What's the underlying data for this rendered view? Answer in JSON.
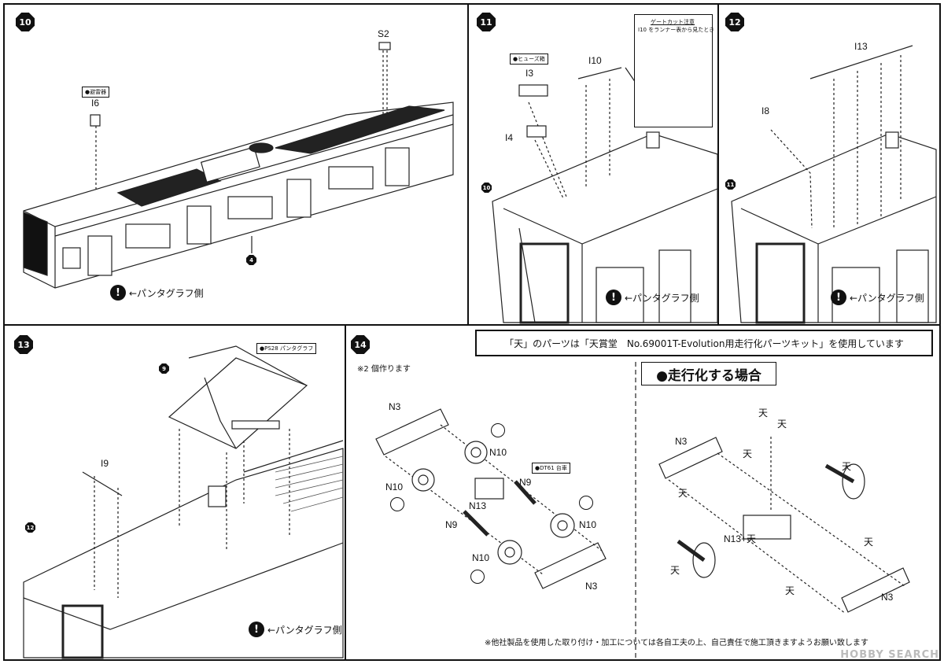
{
  "steps": {
    "s10": "10",
    "s11": "11",
    "s12": "12",
    "s13": "13",
    "s14": "14"
  },
  "refs": {
    "r4": "4",
    "r9": "9",
    "r10": "10",
    "r11": "11",
    "r12": "12"
  },
  "side_text": "←パンタグラフ側",
  "excl": "!",
  "panel10": {
    "tag_hiraiki": "●避雷器",
    "I6": "I6",
    "S2": "S2"
  },
  "panel11": {
    "tag_fuse": "●ヒューズ箱",
    "I3": "I3",
    "I4": "I4",
    "I10": "I10",
    "gate_title": "ゲートカット注意",
    "gate_sub": "I10 をランナー表から見たとき"
  },
  "panel12": {
    "I13": "I13",
    "I8": "I8"
  },
  "panel13": {
    "tag_ps28": "●PS28 パンタグラフ",
    "I9": "I9"
  },
  "panel14": {
    "make_two": "※2 個作ります",
    "tag_dt61": "●DT61 台車",
    "N3": "N3",
    "N10": "N10",
    "N9": "N9",
    "N13": "N13",
    "N13ten": "N13+天",
    "ten": "天"
  },
  "tenban_note": "「天」のパーツは「天賞堂　No.69001T-Evolution用走行化パーツキット」を使用しています",
  "run_heading": "●走行化する場合",
  "footer_note": "※他社製品を使用した取り付け・加工については各自工夫の上、自己責任で施工頂きますようお願い致します",
  "watermark": "HOBBY SEARCH"
}
